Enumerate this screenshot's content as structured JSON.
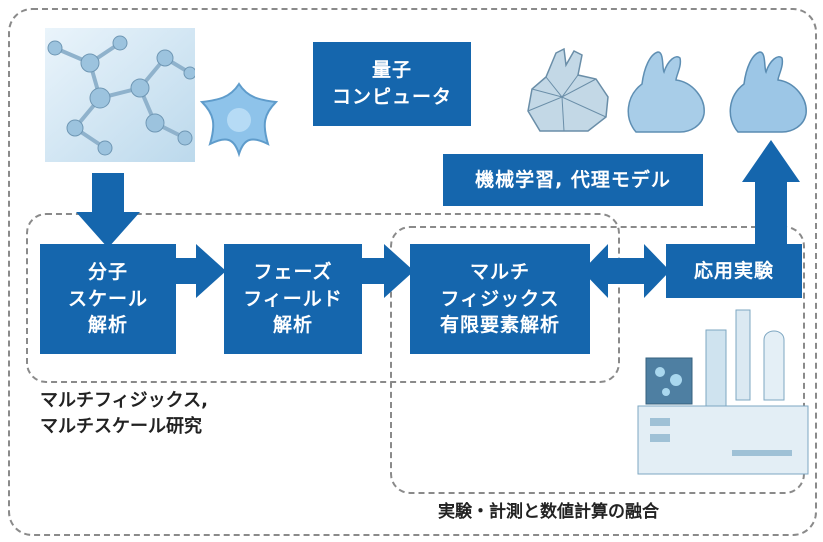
{
  "diagram": {
    "quantum_computer": "量子\nコンピュータ",
    "machine_learning": "機械学習, 代理モデル",
    "molecular_scale": "分子\nスケール\n解析",
    "phase_field": "フェーズ\nフィールド\n解析",
    "multiphysics_fem": "マルチ\nフィジックス\n有限要素解析",
    "applied_experiment": "応用実験",
    "multiphysics_caption": "マルチフィジックス,\nマルチスケール研究",
    "fusion_caption": "実験・計測と数値計算の融合"
  },
  "colors": {
    "box": "#1566ad",
    "dash": "#8a8a8a"
  }
}
